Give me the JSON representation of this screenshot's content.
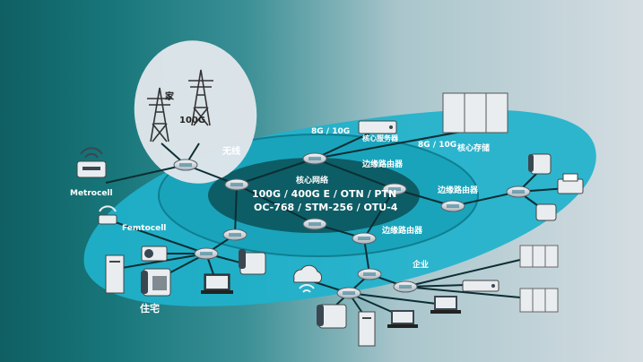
{
  "labels": {
    "home": "家",
    "tower_speed": "100G",
    "wireless": "无线",
    "metrocell": "Metrocell",
    "femtocell": "Femtocell",
    "residential": "住宅",
    "core_network": "核心网络",
    "core_line1": "100G / 400G E / OTN / PTN",
    "core_line2": "OC-768 / STM-256 / OTU-4",
    "speed_server": "8G / 10G",
    "core_server": "核心服务器",
    "speed_storage": "8G / 10G",
    "core_storage": "核心存储",
    "edge_router_1": "边缘路由器",
    "edge_router_2": "边缘路由器",
    "edge_router_3": "边缘路由器",
    "enterprise": "企业"
  },
  "colors": {
    "bg_dark": "#0f5f63",
    "ring_outer": "#1fb2cc",
    "ring_mid": "#1aa5bd",
    "core": "#0d5d66",
    "label_white": "#ffffff"
  }
}
